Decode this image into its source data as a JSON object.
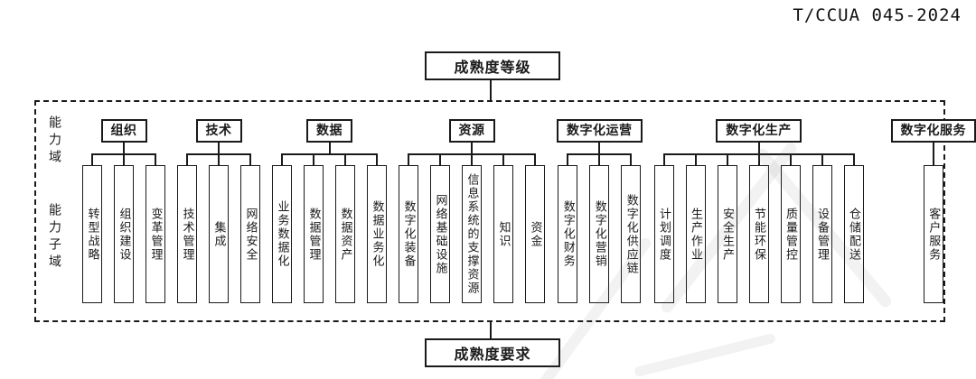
{
  "doc_code": "T/CCUA 045-2024",
  "top_box_label": "成熟度等级",
  "bottom_box_label": "成熟度要求",
  "left_labels": {
    "domain": "能力域",
    "subdomain": "能力子域"
  },
  "groups": [
    {
      "name": "组织",
      "children": [
        "转型战略",
        "组织建设",
        "变革管理"
      ]
    },
    {
      "name": "技术",
      "children": [
        "技术管理",
        "集成",
        "网络安全"
      ]
    },
    {
      "name": "数据",
      "children": [
        "业务数据化",
        "数据管理",
        "数据资产",
        "数据业务化"
      ]
    },
    {
      "name": "资源",
      "children": [
        "数字化装备",
        "网络基础设施",
        "信息系统的支撑资源",
        "知识",
        "资金"
      ]
    },
    {
      "name": "数字化运营",
      "children": [
        "数字化财务",
        "数字化营销",
        "数字化供应链"
      ]
    },
    {
      "name": "数字化生产",
      "children": [
        "计划调度",
        "生产作业",
        "安全生产",
        "节能环保",
        "质量管控",
        "设备管理",
        "仓储配送"
      ]
    },
    {
      "name": "数字化服务",
      "children": [
        "客户服务"
      ]
    }
  ],
  "colors": {
    "line": "#1a1a1a",
    "background": "#ffffff",
    "watermark": "#ededed"
  }
}
